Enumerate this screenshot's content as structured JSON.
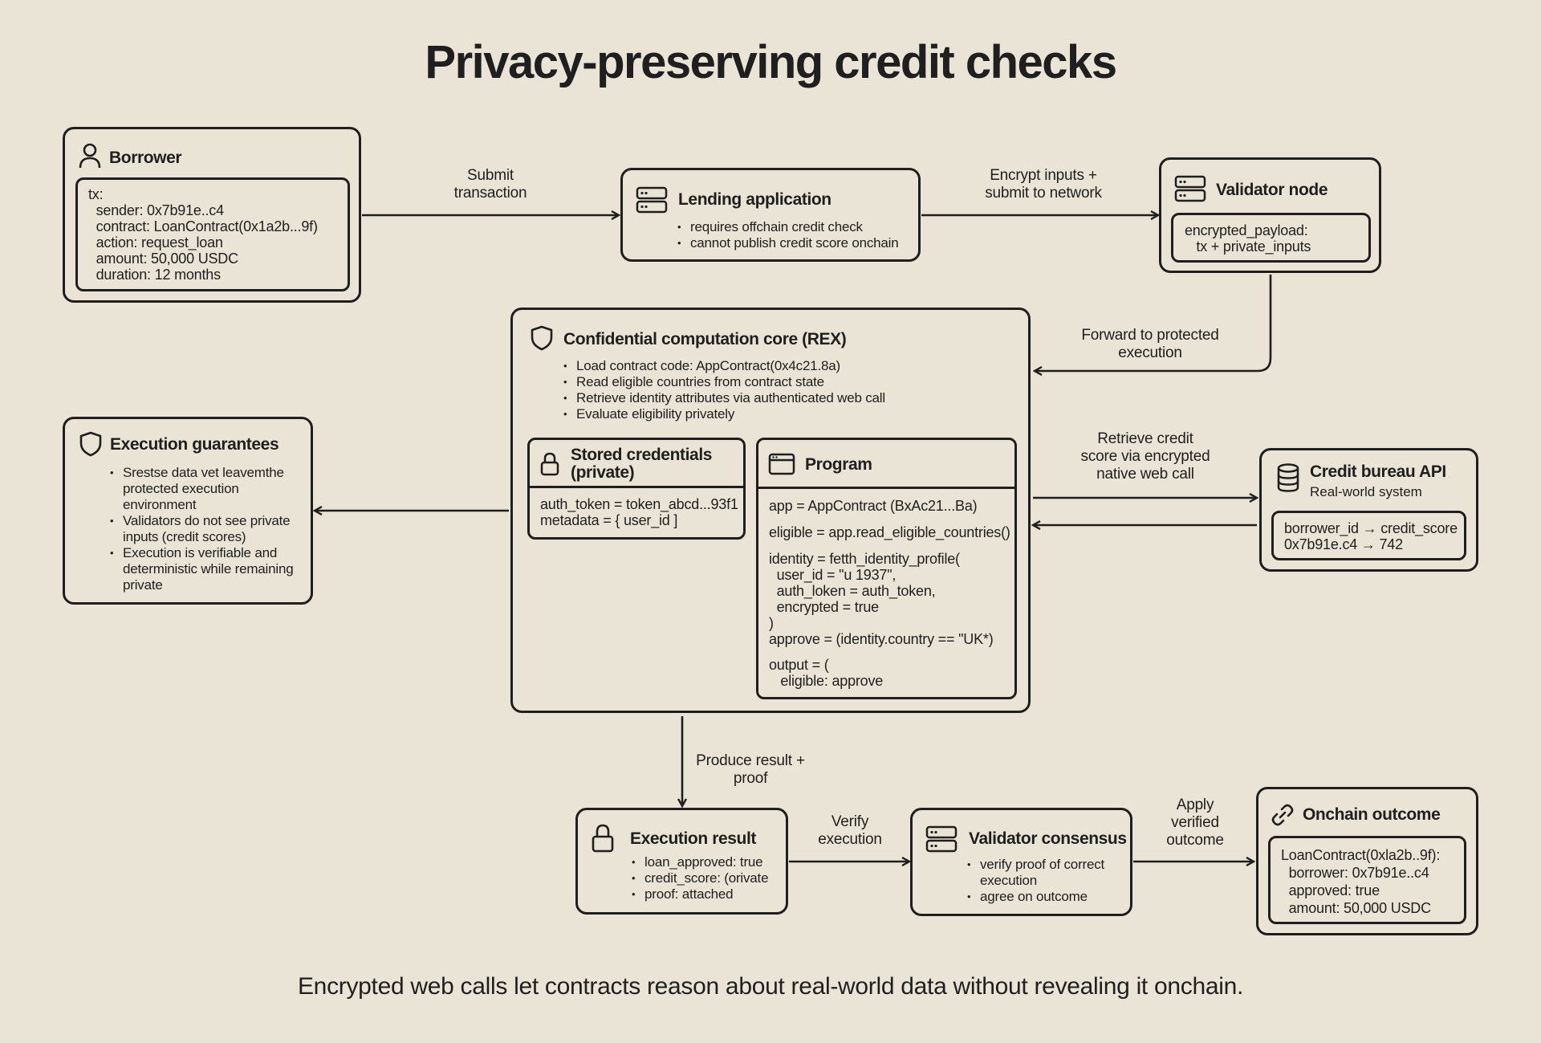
{
  "title": "Privacy-preserving credit checks",
  "footer": "Encrypted web calls let contracts reason about real-world data without revealing it onchain.",
  "borrower": {
    "title": "Borrower",
    "tx_lines": [
      "tx:",
      "  sender: 0x7b91e..c4",
      "  contract: LoanContract(0x1a2b...9f)",
      "  action: request_loan",
      "  amount: 50,000 USDC",
      "  duration: 12 months"
    ]
  },
  "lending_app": {
    "title": "Lending application",
    "bullets": [
      "requires offchain credit check",
      "cannot publish credit score onchain"
    ]
  },
  "validator_node": {
    "title": "Validator node",
    "payload_lines": [
      "encrypted_payload:",
      "   tx + private_inputs"
    ]
  },
  "core": {
    "title": "Confidential computation core (REX)",
    "bullets": [
      "Load contract code: AppContract(0x4c21.8a)",
      "Read eligible countries from contract state",
      "Retrieve identity attributes via authenticated web call",
      "Evaluate eligibility privately"
    ],
    "credentials": {
      "title_lines": [
        "Stored credentials",
        "(private)"
      ],
      "lines": [
        "auth_token = token_abcd...93f1",
        "metadata = { user_id ]"
      ]
    },
    "program": {
      "title": "Program",
      "line1": "app = AppContract (BxAc21...Ba)",
      "line2": "eligible = app.read_eligible_countries()",
      "block3": [
        "identity = fetth_identity_profile(",
        "  user_id = \"u 1937\",",
        "  auth_loken = auth_token,",
        "  encrypted = true",
        ")",
        "approve = (identity.country == \"UK*)"
      ],
      "block4": [
        "output = (",
        "   eligible: approve"
      ]
    }
  },
  "guarantees": {
    "title": "Execution guarantees",
    "bullets": [
      "Srestse data vet leavemthe protected execution environment",
      "Validators do not see private inputs (credit scores)",
      "Execution is verifiable and deterministic while remaining private"
    ]
  },
  "credit_bureau": {
    "title": "Credit bureau API",
    "subtitle": "Real-world system",
    "lines": [
      "borrower_id → credit_score",
      "0x7b91e.c4 → 742"
    ]
  },
  "exec_result": {
    "title": "Execution result",
    "bullets": [
      "loan_approved: true",
      "credit_score: (orivate",
      "proof: attached"
    ]
  },
  "consensus": {
    "title": "Validator consensus",
    "bullets": [
      "verify proof of correct execution",
      "agree on outcome"
    ]
  },
  "onchain": {
    "title": "Onchain outcome",
    "lines": [
      "LoanContract(0xla2b..9f):",
      "  borrower: 0x7b91e..c4",
      "  approved: true",
      "  amount: 50,000 USDC"
    ]
  },
  "edges": {
    "submit": [
      "Submit",
      "transaction"
    ],
    "encrypt": [
      "Encrypt inputs +",
      "submit to network"
    ],
    "forward": [
      "Forward to protected",
      "execution"
    ],
    "retrieve": [
      "Retrieve credit",
      "score via encrypted",
      "native web call"
    ],
    "produce": [
      "Produce result +",
      "proof"
    ],
    "verify": [
      "Verify",
      "execution"
    ],
    "apply": [
      "Apply",
      "verified",
      "outcome"
    ]
  },
  "colors": {
    "background": "#e9e4d6",
    "ink": "#1f1f1f"
  },
  "icons": {
    "borrower": "person-icon",
    "lending": "server-icon",
    "validator": "server-icon",
    "core": "shield-icon",
    "guarantees": "shield-icon",
    "credentials": "lock-icon",
    "program": "window-icon",
    "bureau": "database-icon",
    "result": "lock-icon",
    "consensus": "server-icon",
    "onchain": "link-icon"
  }
}
